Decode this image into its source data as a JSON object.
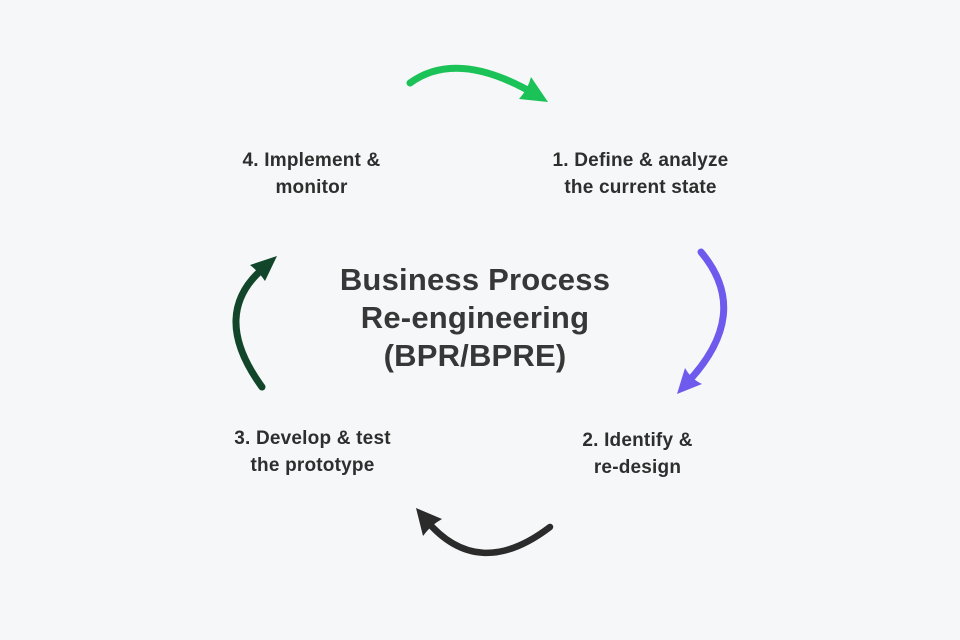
{
  "diagram": {
    "type": "cycle",
    "background_color": "#f6f7f8",
    "title": {
      "line1": "Business Process",
      "line2": "Re-engineering",
      "line3": "(BPR/BPRE)",
      "color": "#373737"
    },
    "steps": [
      {
        "number": 1,
        "line1": "1. Define & analyze",
        "line2": "the current state",
        "position": "top-right"
      },
      {
        "number": 2,
        "line1": "2. Identify &",
        "line2": "re-design",
        "position": "bottom-right"
      },
      {
        "number": 3,
        "line1": "3. Develop & test",
        "line2": "the prototype",
        "position": "bottom-left"
      },
      {
        "number": 4,
        "line1": "4. Implement &",
        "line2": "monitor",
        "position": "top-left"
      }
    ],
    "arrows": [
      {
        "from_step": 4,
        "to_step": 1,
        "position": "top",
        "direction": "left-to-right",
        "color": "#1bc257"
      },
      {
        "from_step": 1,
        "to_step": 2,
        "position": "right",
        "direction": "top-to-bottom",
        "color": "#6e5bee"
      },
      {
        "from_step": 2,
        "to_step": 3,
        "position": "bottom",
        "direction": "right-to-left",
        "color": "#2b2b2b"
      },
      {
        "from_step": 3,
        "to_step": 4,
        "position": "left",
        "direction": "bottom-to-top",
        "color": "#11462a"
      }
    ],
    "text_color": "#2e2e2e"
  }
}
